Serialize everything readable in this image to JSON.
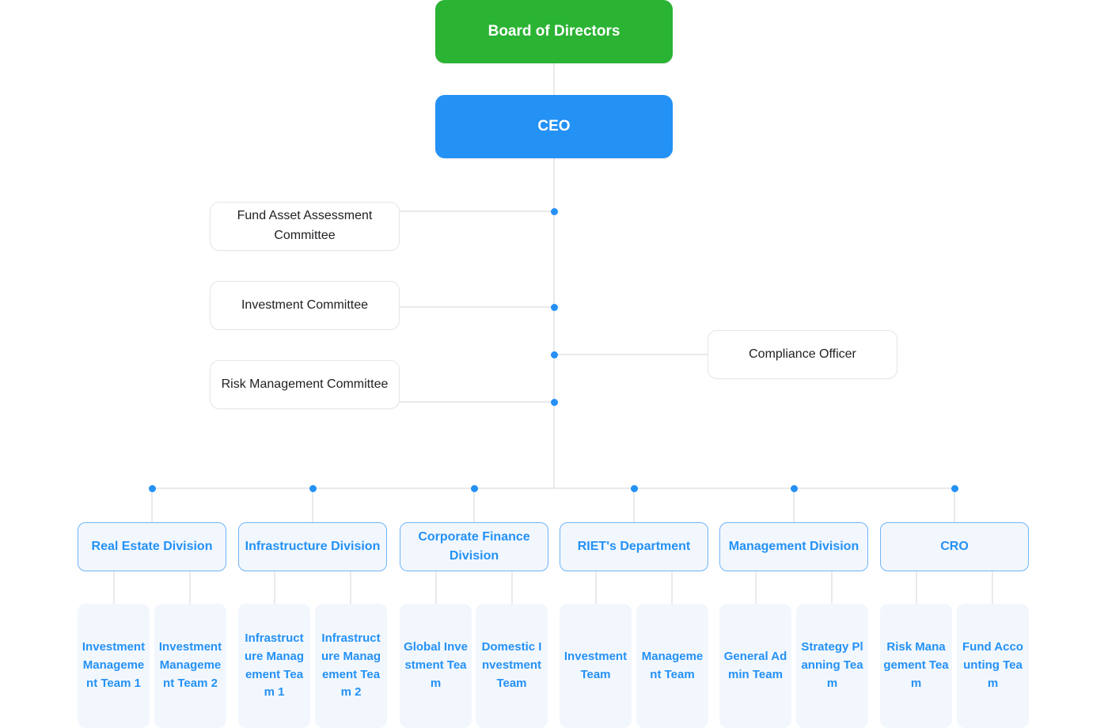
{
  "theme": {
    "background": "#ffffff",
    "board_green": "#2bb334",
    "ceo_blue": "#2491f5",
    "connector_gray": "#e8eaec",
    "dot_blue": "#2491f5",
    "division_fill": "#f2f7fe",
    "division_border": "#6fb4f8",
    "team_fill": "#f2f7fd",
    "committee_fill": "#ffffff",
    "committee_border": "#e4e6e8",
    "committee_text": "#202124"
  },
  "executives": {
    "board": {
      "label": "Board of Directors"
    },
    "ceo": {
      "label": "CEO"
    }
  },
  "committees": [
    {
      "label": "Fund Asset Assessment Committee"
    },
    {
      "label": "Investment Committee"
    },
    {
      "label": "Risk Management Committee"
    }
  ],
  "officers": [
    {
      "label": "Compliance Officer"
    }
  ],
  "divisions": [
    {
      "label": "Real Estate Division",
      "teams": [
        {
          "label": "Investment Management Team 1"
        },
        {
          "label": "Investment Management Team 2"
        }
      ]
    },
    {
      "label": "Infrastructure Division",
      "teams": [
        {
          "label": "Infrastructure Management Team 1"
        },
        {
          "label": "Infrastructure Management Team 2"
        }
      ]
    },
    {
      "label": "Corporate Finance Division",
      "teams": [
        {
          "label": "Global Investment Team"
        },
        {
          "label": "Domestic Investment Team"
        }
      ]
    },
    {
      "label": "RIET's Department",
      "teams": [
        {
          "label": "Investment Team"
        },
        {
          "label": "Management Team"
        }
      ]
    },
    {
      "label": "Management Division",
      "teams": [
        {
          "label": "General Admin Team"
        },
        {
          "label": "Strategy Planning Team"
        }
      ]
    },
    {
      "label": "CRO",
      "teams": [
        {
          "label": "Risk Management Team"
        },
        {
          "label": "Fund Accounting Team"
        }
      ]
    }
  ]
}
